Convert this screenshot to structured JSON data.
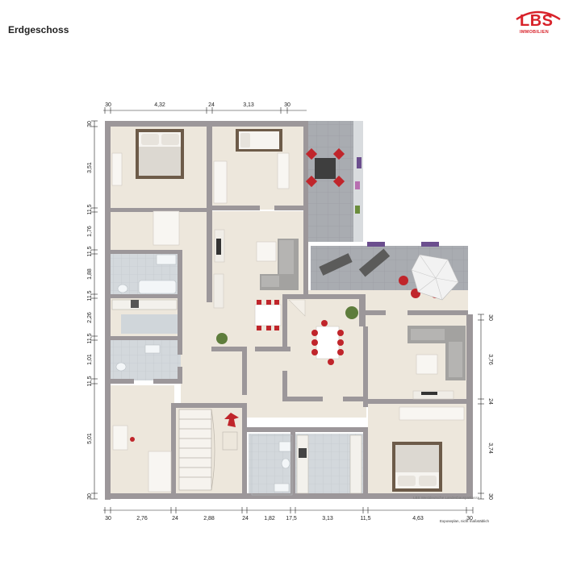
{
  "title": "Erdgeschoss",
  "logo": {
    "brand": "LBS",
    "subtitle": "IMMOBILIEN",
    "color": "#d8222a"
  },
  "credit": "LBS Westdeutsche Landesbausparkasse",
  "note": "Exposeplan, nicht maßstäblich",
  "dimensions": {
    "top": [
      "30",
      "4,32",
      "24",
      "3,13",
      "30"
    ],
    "left": [
      "30",
      "3,51",
      "11,5",
      "1,76",
      "11,5",
      "1,88",
      "11,5",
      "2,26",
      "11,5",
      "1,01",
      "11,5",
      "5,01",
      "30"
    ],
    "bottom": [
      "30",
      "2,76",
      "24",
      "2,88",
      "24",
      "1,82",
      "17,5",
      "3,13",
      "11,5",
      "4,63",
      "30"
    ],
    "right": [
      "30",
      "3,76",
      "24",
      "3,74",
      "30"
    ]
  },
  "colors": {
    "wall": "#9c979a",
    "floor": "#ede7dc",
    "tile": "#cdd3d8",
    "terrace": "#a5a8ad",
    "accent": "#c0252b"
  }
}
